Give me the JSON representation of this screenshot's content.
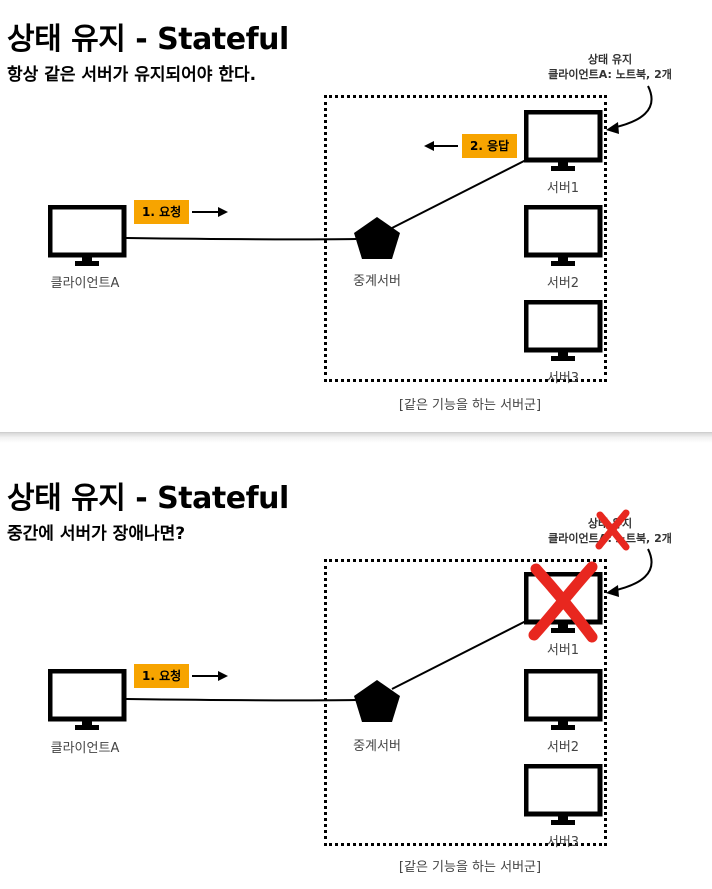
{
  "slide1": {
    "title": "상태 유지 - Stateful",
    "subtitle": "항상 같은 서버가 유지되어야 한다.",
    "client_label": "클라이언트A",
    "proxy_label": "중계서버",
    "server_labels": [
      "서버1",
      "서버2",
      "서버3"
    ],
    "group_label": "[같은 기능을 하는 서버군]",
    "request_badge": "1. 요청",
    "response_badge": "2. 응답",
    "state_note": {
      "line1": "상태 유지",
      "line2": "클라이언트A: 노트북, 2개"
    }
  },
  "slide2": {
    "title": "상태 유지 - Stateful",
    "subtitle": "중간에 서버가 장애나면?",
    "client_label": "클라이언트A",
    "proxy_label": "중계서버",
    "server_labels": [
      "서버1",
      "서버2",
      "서버3"
    ],
    "group_label": "[같은 기능을 하는 서버군]",
    "request_badge": "1. 요청",
    "state_note": {
      "line1": "상태 유지",
      "line2": "클라이언트A: 노트북, 2개"
    }
  },
  "colors": {
    "badge": "#f7a400",
    "failure_mark": "#e8271f"
  }
}
